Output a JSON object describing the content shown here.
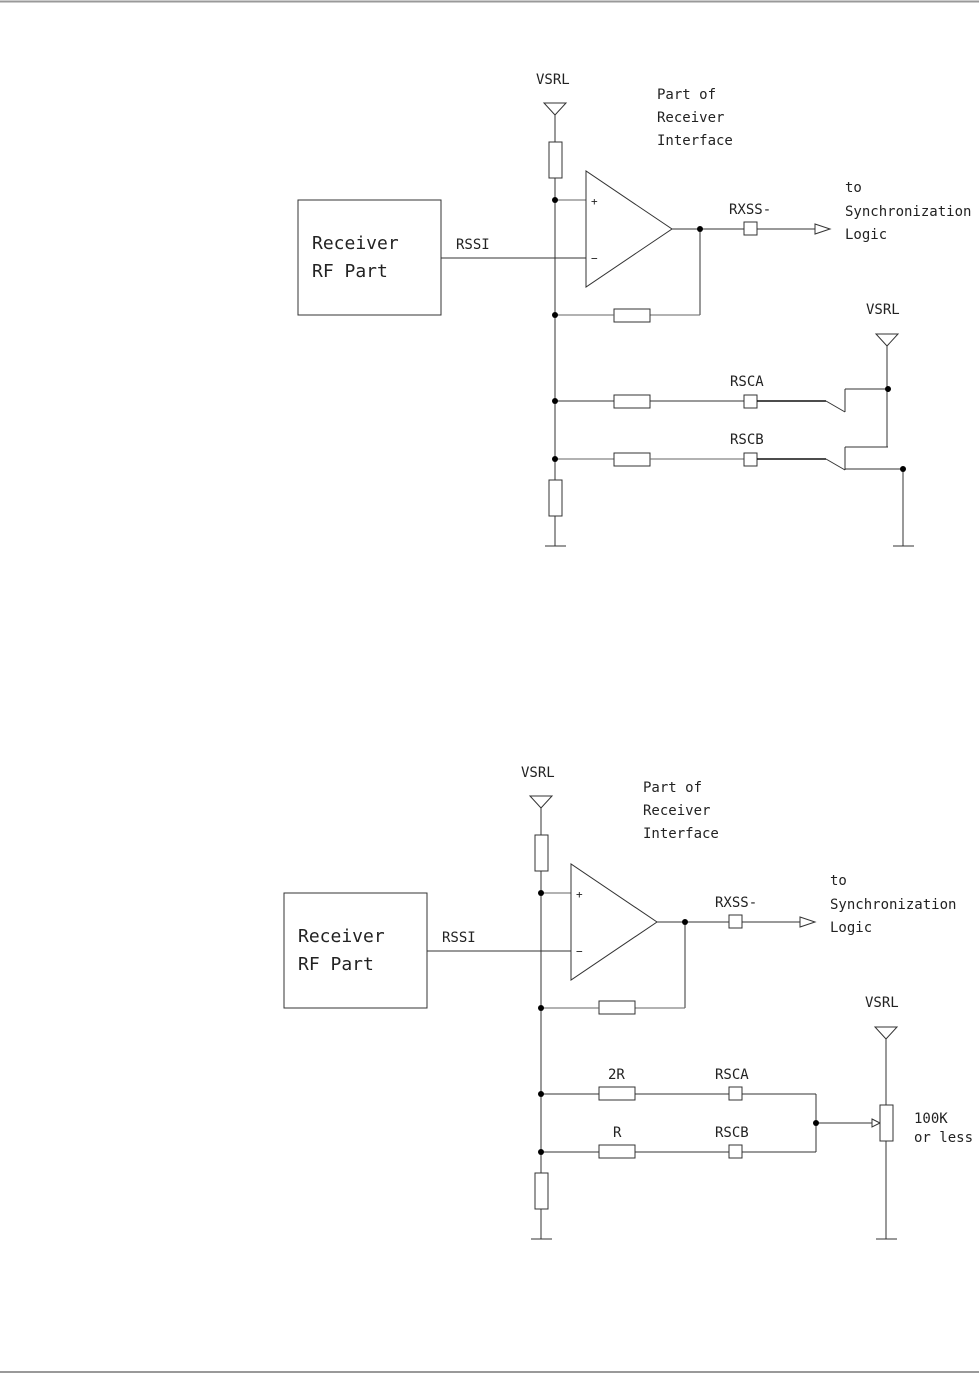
{
  "page": {
    "border_color": "#999999"
  },
  "diagram1": {
    "vsrl_top": "VSRL",
    "receiver_line1": "Receiver",
    "receiver_line2": "RF Part",
    "rssi": "RSSI",
    "note_line1": "Part of",
    "note_line2": "Receiver",
    "note_line3": "Interface",
    "rxss": "RXSS-",
    "dest_line1": "to",
    "dest_line2": "Synchronization",
    "dest_line3": "Logic",
    "vsrl_right": "VSRL",
    "rsca": "RSCA",
    "rscb": "RSCB",
    "plus": "+",
    "minus": "−"
  },
  "diagram2": {
    "vsrl_top": "VSRL",
    "receiver_line1": "Receiver",
    "receiver_line2": "RF Part",
    "rssi": "RSSI",
    "note_line1": "Part of",
    "note_line2": "Receiver",
    "note_line3": "Interface",
    "rxss": "RXSS-",
    "dest_line1": "to",
    "dest_line2": "Synchronization",
    "dest_line3": "Logic",
    "vsrl_right": "VSRL",
    "res_2r": "2R",
    "res_r": "R",
    "rsca": "RSCA",
    "rscb": "RSCB",
    "pot_line1": "100K",
    "pot_line2": "or less",
    "plus": "+",
    "minus": "−"
  }
}
